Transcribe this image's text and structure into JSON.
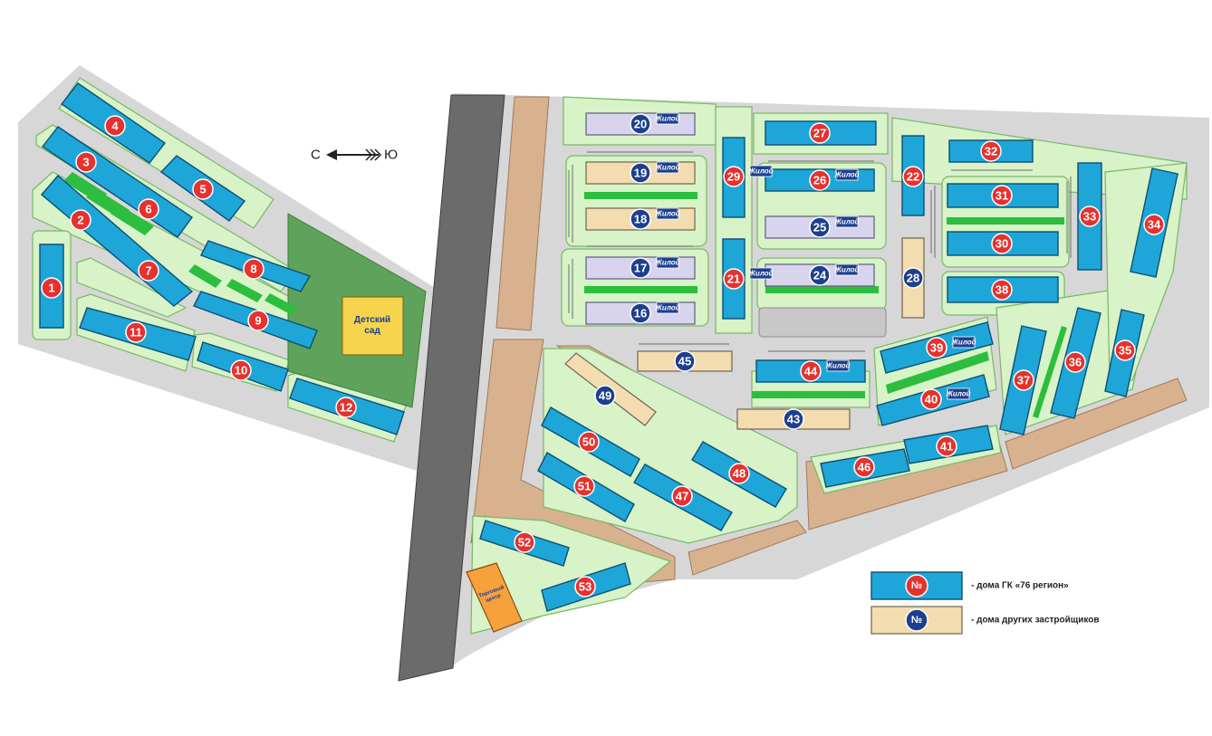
{
  "compass": {
    "north": "С",
    "south": "Ю"
  },
  "kindergarten": {
    "line1": "Детский",
    "line2": "сад"
  },
  "mall": {
    "line1": "Торговый",
    "line2": "центр"
  },
  "colors": {
    "company_building": "#1ea6d8",
    "other_building": "#f3dcb0",
    "badge_company": "#e6322e",
    "badge_other": "#1d3f8e",
    "yard": "#d7f3c7",
    "highway": "#6b6b6b"
  },
  "residential_tag": "Жилой",
  "houses": [
    {
      "n": "1",
      "owner": "company"
    },
    {
      "n": "2",
      "owner": "company"
    },
    {
      "n": "3",
      "owner": "company"
    },
    {
      "n": "4",
      "owner": "company"
    },
    {
      "n": "5",
      "owner": "company"
    },
    {
      "n": "6",
      "owner": "company"
    },
    {
      "n": "7",
      "owner": "company"
    },
    {
      "n": "8",
      "owner": "company"
    },
    {
      "n": "9",
      "owner": "company"
    },
    {
      "n": "10",
      "owner": "company"
    },
    {
      "n": "11",
      "owner": "company"
    },
    {
      "n": "12",
      "owner": "company"
    },
    {
      "n": "16",
      "owner": "other",
      "residential": true
    },
    {
      "n": "17",
      "owner": "other",
      "residential": true
    },
    {
      "n": "18",
      "owner": "other",
      "residential": true
    },
    {
      "n": "19",
      "owner": "other",
      "residential": true
    },
    {
      "n": "20",
      "owner": "other",
      "residential": true
    },
    {
      "n": "21",
      "owner": "company",
      "residential": true
    },
    {
      "n": "22",
      "owner": "company"
    },
    {
      "n": "24",
      "owner": "other",
      "residential": true
    },
    {
      "n": "25",
      "owner": "other",
      "residential": true
    },
    {
      "n": "26",
      "owner": "company",
      "residential": true
    },
    {
      "n": "27",
      "owner": "company"
    },
    {
      "n": "28",
      "owner": "other"
    },
    {
      "n": "29",
      "owner": "company",
      "residential": true
    },
    {
      "n": "30",
      "owner": "company"
    },
    {
      "n": "31",
      "owner": "company"
    },
    {
      "n": "32",
      "owner": "company"
    },
    {
      "n": "33",
      "owner": "company"
    },
    {
      "n": "34",
      "owner": "company"
    },
    {
      "n": "35",
      "owner": "company"
    },
    {
      "n": "36",
      "owner": "company"
    },
    {
      "n": "37",
      "owner": "company"
    },
    {
      "n": "38",
      "owner": "company"
    },
    {
      "n": "39",
      "owner": "company",
      "residential": true
    },
    {
      "n": "40",
      "owner": "company",
      "residential": true
    },
    {
      "n": "41",
      "owner": "company"
    },
    {
      "n": "43",
      "owner": "other"
    },
    {
      "n": "44",
      "owner": "company",
      "residential": true
    },
    {
      "n": "45",
      "owner": "other"
    },
    {
      "n": "46",
      "owner": "company"
    },
    {
      "n": "47",
      "owner": "company"
    },
    {
      "n": "48",
      "owner": "company"
    },
    {
      "n": "49",
      "owner": "other"
    },
    {
      "n": "50",
      "owner": "company"
    },
    {
      "n": "51",
      "owner": "company"
    },
    {
      "n": "52",
      "owner": "company"
    },
    {
      "n": "53",
      "owner": "company"
    }
  ],
  "legend": {
    "badge_symbol": "№",
    "company_label": "- дома ГК «76 регион»",
    "other_label": "- дома других застройщиков"
  }
}
